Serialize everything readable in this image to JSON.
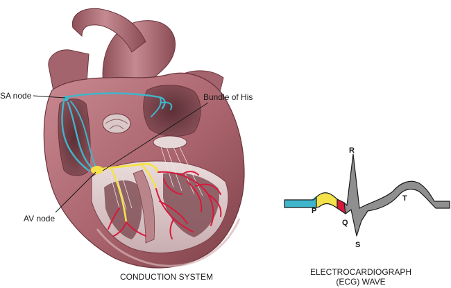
{
  "labels": {
    "sa_node": "SA node",
    "bundle_of_his": "Bundle of His",
    "av_node": "AV node"
  },
  "captions": {
    "conduction_system": "CONDUCTION SYSTEM",
    "ecg_line1": "ELECTROCARDIOGRAPH",
    "ecg_line2": "(ECG) WAVE"
  },
  "ecg_waves": {
    "p": "P",
    "q": "Q",
    "r": "R",
    "s": "S",
    "t": "T"
  },
  "colors": {
    "conduction_cyan": "#3fb6cc",
    "av_yellow": "#f4e24a",
    "purkinje_red": "#d8183a",
    "ecg_fill": "#8f8f8f",
    "heart_muscle": "#b8737c",
    "heart_dark": "#7a3f48"
  }
}
